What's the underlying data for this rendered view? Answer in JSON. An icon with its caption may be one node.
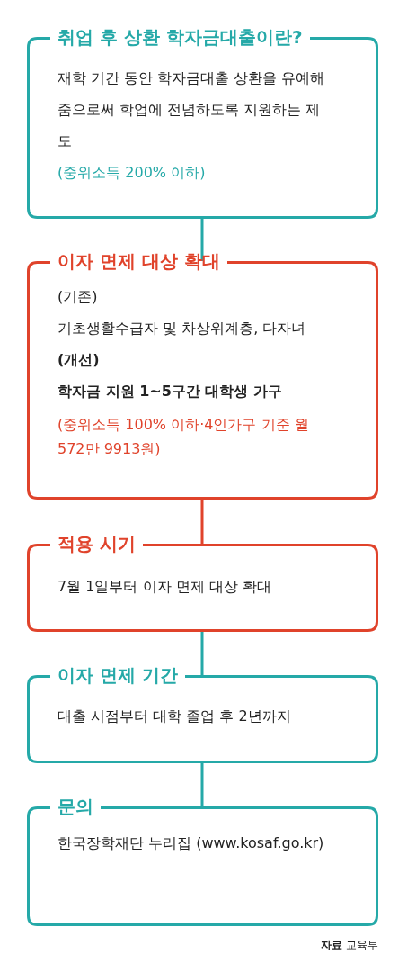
{
  "diagram": {
    "nodes": [
      {
        "text": [
          "취업 후 상환 학자금대출이란?",
          "재학 기간 동안 학자금대출 상환을 유예해줌으로써 학업에 전념하도록 지원하는 제도",
          "(중위소득 200% 이하)"
        ]
      },
      {
        "text": [
          "이자 면제 대상 확대",
          "(기존)",
          "기초생활수급자 및 차상위계층, 다자녀",
          "(개선)",
          "학자금 지원 1~5구간 대학생 가구",
          "(중위소득 100% 이하·4인가구 기준 월 572만 9913원)"
        ]
      },
      {
        "text": [
          "적용 시기",
          "7월 1일부터 이자 면제 대상 확대"
        ]
      },
      {
        "text": [
          "이자 면제 기간",
          "대출 시점부터 대학 졸업 후 2년까지"
        ]
      },
      {
        "text": [
          "문의",
          "한국장학재단 누리집 (www.kosaf.go.kr)"
        ]
      }
    ],
    "edges": [
      {
        "from": 0,
        "to": 1,
        "arrow": "none"
      },
      {
        "from": 1,
        "to": 2,
        "arrow": "none",
        "color": "#e0432b"
      },
      {
        "from": 2,
        "to": 3,
        "arrow": "none"
      },
      {
        "from": 3,
        "to": 4,
        "arrow": "none"
      }
    ],
    "labels": [
      "**자료** 교육부"
    ]
  }
}
